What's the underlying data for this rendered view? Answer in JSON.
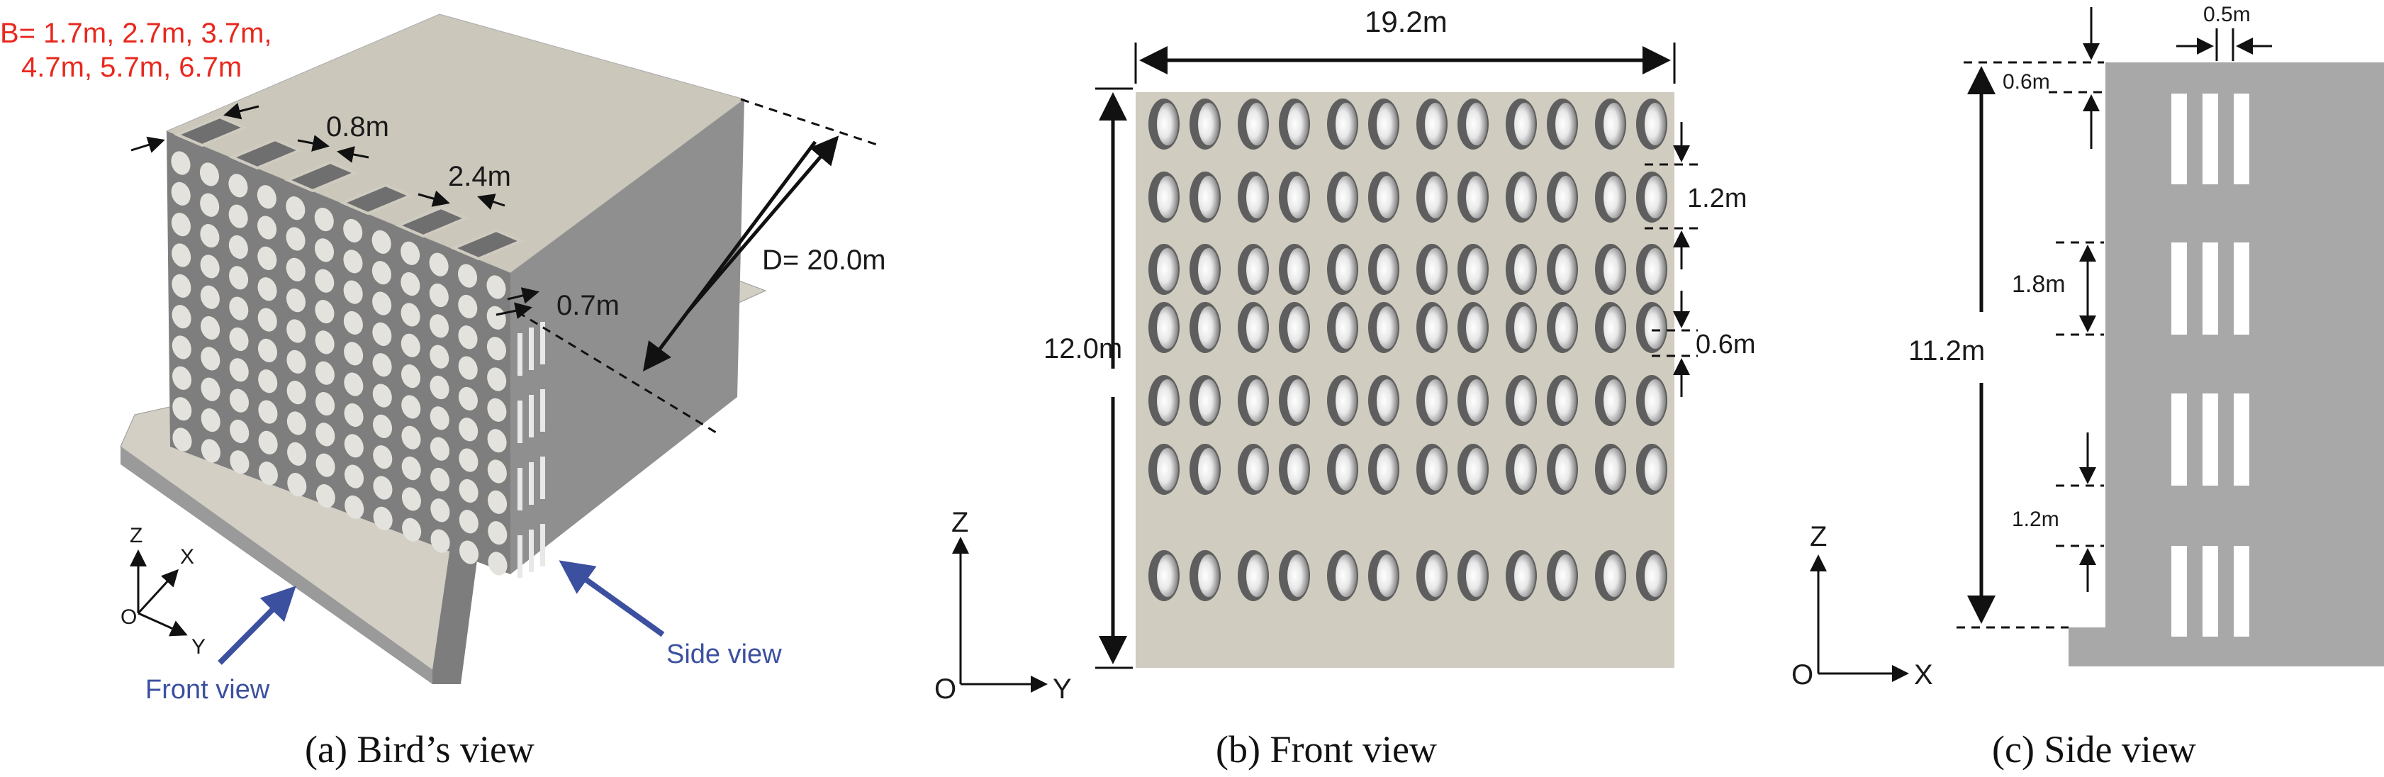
{
  "birds_view": {
    "b_label_line1": "B= 1.7m, 2.7m, 3.7m,",
    "b_label_line2": "4.7m, 5.7m, 6.7m",
    "dim_wall": "0.8m",
    "dim_cell": "2.4m",
    "dim_depth": "D= 20.0m",
    "dim_fin": "0.7m",
    "front_view_label": "Front view",
    "side_view_label": "Side view",
    "axis_z": "Z",
    "axis_x": "X",
    "axis_y": "Y",
    "axis_o": "O",
    "caption": "(a)  Bird’s view"
  },
  "front_view": {
    "width_label": "19.2m",
    "height_label": "12.0m",
    "dim_row_gap": "1.2m",
    "dim_slot": "0.6m",
    "axis_z": "Z",
    "axis_o": "O",
    "axis_y": "Y",
    "caption": "(b)  Front  view",
    "hole_columns": 12,
    "hole_rows": 7
  },
  "side_view": {
    "dim_top_gap": "0.5m",
    "dim_top_offset": "0.6m",
    "dim_height": "11.2m",
    "dim_group": "1.8m",
    "dim_spacing": "1.2m",
    "axis_z": "Z",
    "axis_o": "O",
    "axis_x": "X",
    "caption": "(c)  Side  view"
  },
  "colors": {
    "surface": "#d0ccc0",
    "dark": "#8c8c8c",
    "side_gray": "#a8a8a8",
    "red_text": "#e8281e",
    "blue_arrow": "#3c50a0"
  }
}
